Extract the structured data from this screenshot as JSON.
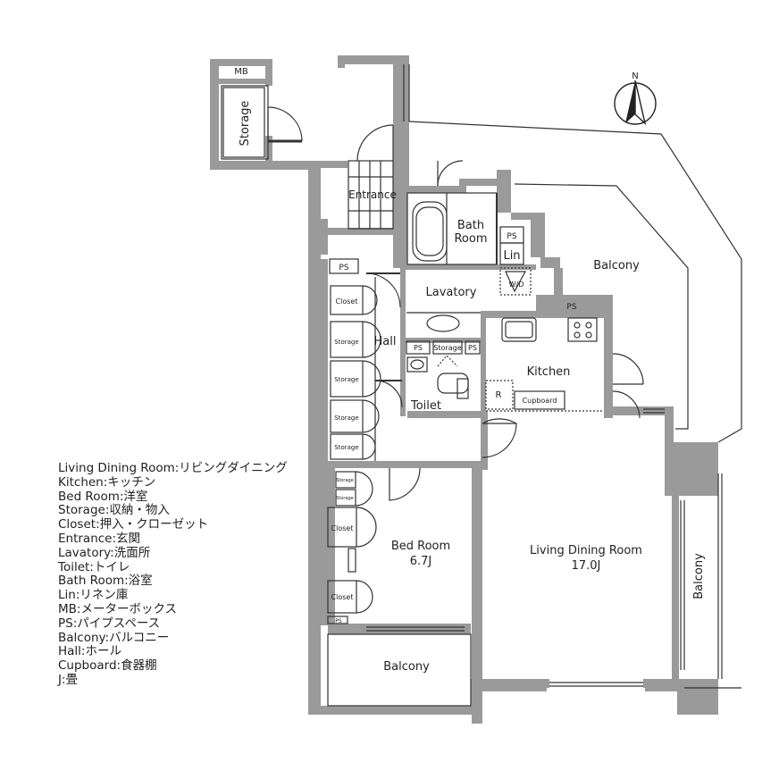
{
  "rooms": {
    "mb": "MB",
    "storage_vertical": "Storage",
    "entrance": "Entrance",
    "bath_room_line1": "Bath",
    "bath_room_line2": "Room",
    "ps_bath": "PS",
    "lin": "Lin",
    "wd": "W/D",
    "ps_hall": "PS",
    "lavatory": "Lavatory",
    "ps_kitchen": "PS",
    "hall": "Hall",
    "ps_small_1": "PS",
    "storage_small": "Storage",
    "ps_small_2": "PS",
    "kitchen": "Kitchen",
    "fridge": "R",
    "cupboard": "Cupboard",
    "toilet": "Toilet",
    "closet_hall": "Closet",
    "storage_hall_1": "Storage",
    "storage_hall_2": "Storage",
    "storage_hall_3": "Storage",
    "storage_hall_4": "Storage",
    "bed_storage_1": "Storage",
    "bed_storage_2": "Storage",
    "bed_closet_1": "Closet",
    "bed_closet_2": "Closet",
    "ps_bed": "PS",
    "bed_room": "Bed Room",
    "bed_room_size": "6.7J",
    "living_dining_room": "Living Dining Room",
    "living_dining_size": "17.0J",
    "balcony_east": "Balcony",
    "balcony_right": "Balcony",
    "balcony_south": "Balcony"
  },
  "north_label": "N",
  "legend": [
    "Living Dining Room:リビングダイニング",
    "Kitchen:キッチン",
    "Bed Room:洋室",
    "Storage:収納・物入",
    "Closet:押入・クローゼット",
    "Entrance:玄関",
    "Lavatory:洗面所",
    "Toilet:トイレ",
    "Bath Room:浴室",
    "Lin:リネン庫",
    "MB:メーターボックス",
    "PS:パイプスペース",
    "Balcony:バルコニー",
    "Hall:ホール",
    "Cupboard:食器棚",
    "J:畳"
  ],
  "colors": {
    "wall": "#9a9a9a",
    "line": "#333333",
    "background": "#ffffff"
  }
}
